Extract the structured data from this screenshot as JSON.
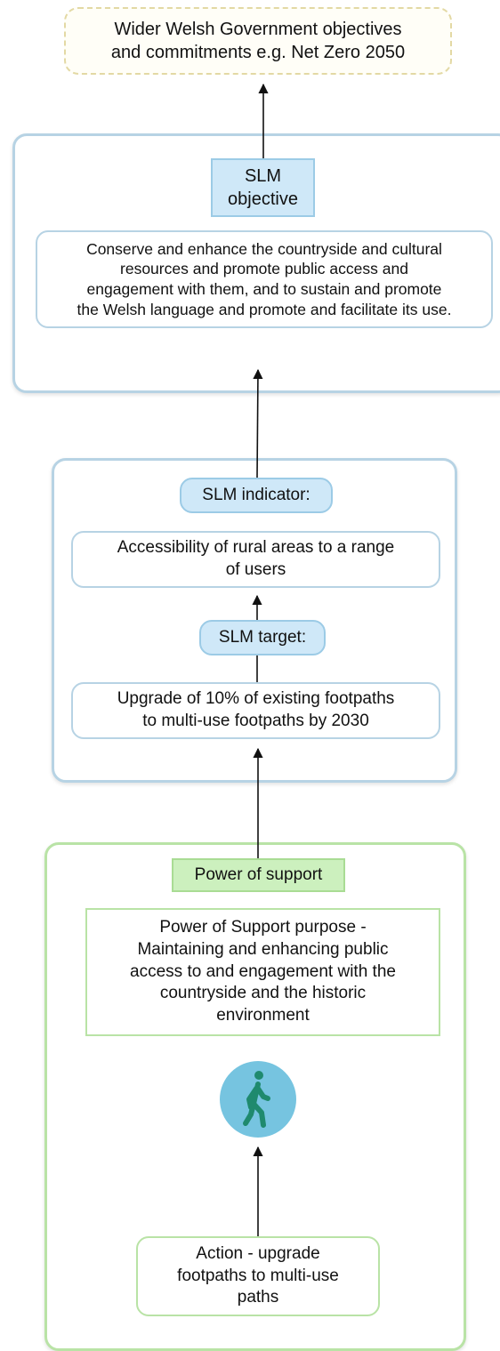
{
  "top_box": {
    "text": "Wider Welsh Government objectives\nand commitments e.g. Net Zero 2050"
  },
  "slm_objective": {
    "label": "SLM\nobjective",
    "text": "Conserve and enhance the countryside and cultural\nresources and promote public access and\nengagement with them, and to sustain and promote\nthe Welsh language and promote and facilitate its use."
  },
  "slm_indicator": {
    "label": "SLM indicator:",
    "text": "Accessibility of rural areas to a range\nof users"
  },
  "slm_target": {
    "label": "SLM target:",
    "text": "Upgrade of 10% of existing footpaths\nto multi-use footpaths by 2030"
  },
  "power_of_support": {
    "label": "Power of support",
    "purpose": "Power of Support purpose -\nMaintaining and enhancing public\naccess to and engagement with the\ncountryside and the historic\nenvironment",
    "icon": "walking-person-icon"
  },
  "action": {
    "text": "Action - upgrade\nfootpaths to multi-use\npaths"
  },
  "colors": {
    "slm_blue_fill": "#cfe8f8",
    "slm_blue_border": "#b7d3e4",
    "power_green_fill": "#ccf0be",
    "power_green_border": "#b9e3a6",
    "icon_circle": "#76c4e0",
    "icon_figure": "#1f8a6e",
    "arrow": "#111111"
  }
}
